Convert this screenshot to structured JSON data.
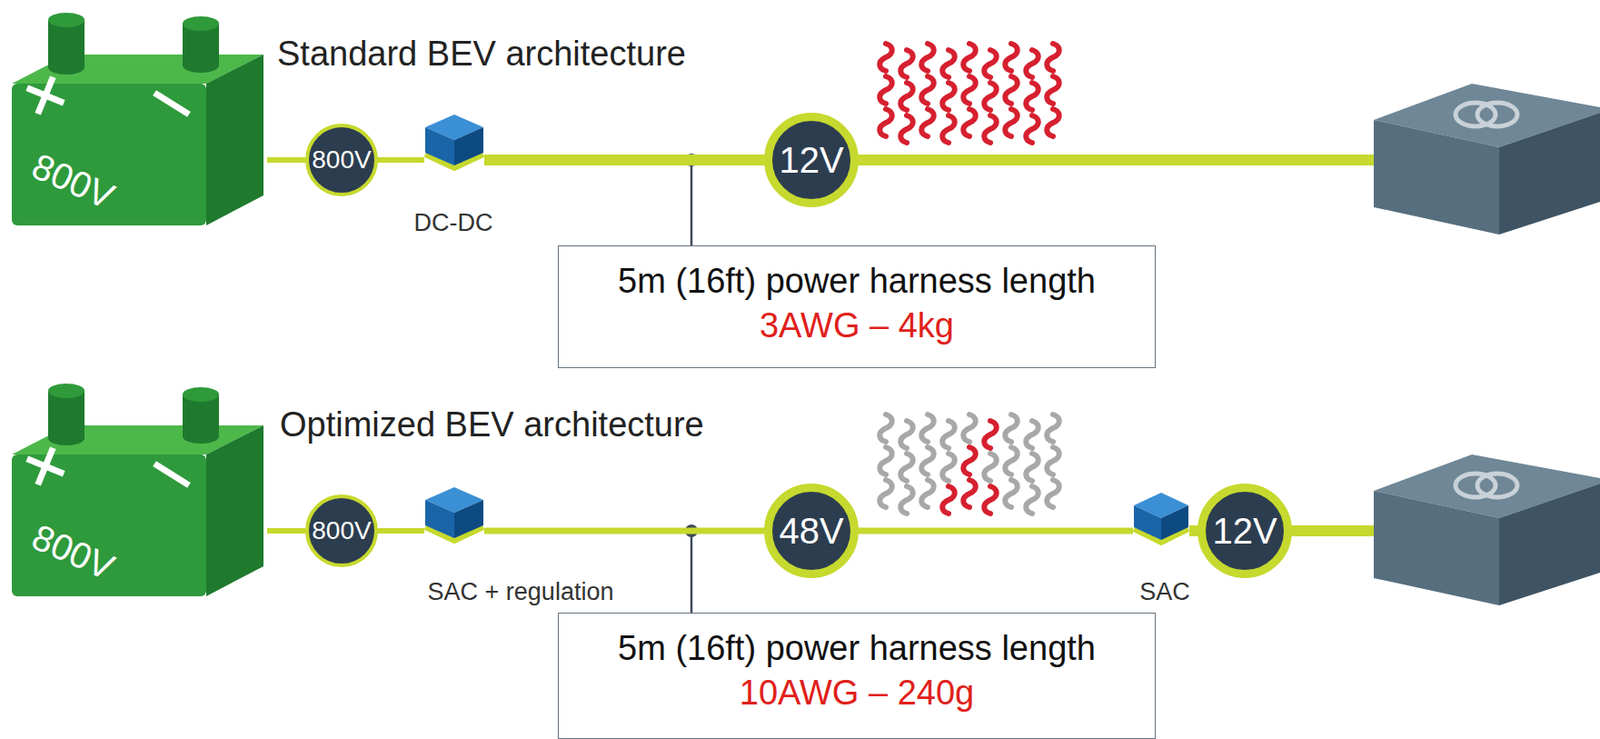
{
  "diagram": {
    "nodes": [
      {
        "text": [
          "800V"
        ]
      },
      {
        "text": [
          "800V"
        ]
      },
      {
        "text": [
          "DC-DC"
        ]
      },
      {
        "text": [
          "12V"
        ]
      },
      {
        "text": [
          "5m (16ft) power harness length",
          "3AWG – 4kg"
        ]
      },
      {
        "text": [
          "800V"
        ]
      },
      {
        "text": [
          "800V"
        ]
      },
      {
        "text": [
          "SAC + regulation"
        ]
      },
      {
        "text": [
          "48V"
        ]
      },
      {
        "text": [
          "SAC"
        ]
      },
      {
        "text": [
          "12V"
        ]
      },
      {
        "text": [
          "5m (16ft) power harness length",
          "10AWG – 240g"
        ]
      }
    ],
    "edges": [
      {
        "from": 0,
        "to": 1,
        "arrow": "none"
      },
      {
        "from": 1,
        "to": 2,
        "arrow": "none"
      },
      {
        "from": 2,
        "to": 3,
        "arrow": "none"
      },
      {
        "from": 5,
        "to": 6,
        "arrow": "none"
      },
      {
        "from": 6,
        "to": 7,
        "arrow": "none"
      },
      {
        "from": 7,
        "to": 8,
        "arrow": "none"
      },
      {
        "from": 8,
        "to": 9,
        "arrow": "none"
      },
      {
        "from": 9,
        "to": 10,
        "arrow": "none"
      }
    ],
    "labels": [
      "Standard BEV architecture",
      "Optimized BEV architecture"
    ]
  }
}
